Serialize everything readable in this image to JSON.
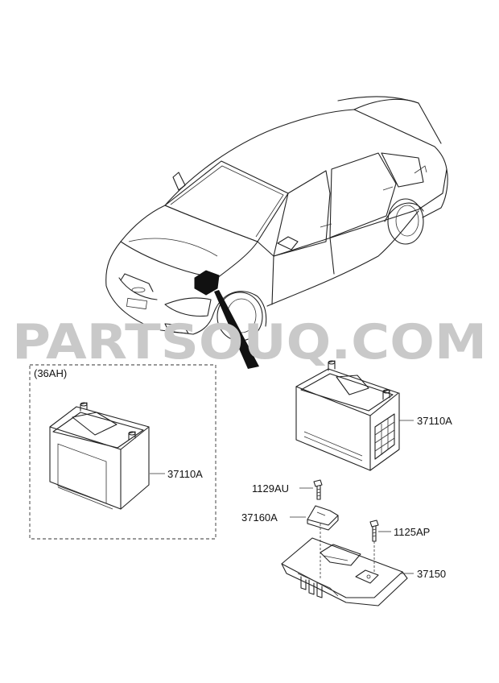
{
  "watermark": "PARTSOUQ.COM",
  "option_box_label": "(36AH)",
  "labels": {
    "battery_option": "37110A",
    "battery_main": "37110A",
    "bolt_1129": "1129AU",
    "bracket": "37160A",
    "bolt_1125": "1125AP",
    "tray": "37150"
  }
}
